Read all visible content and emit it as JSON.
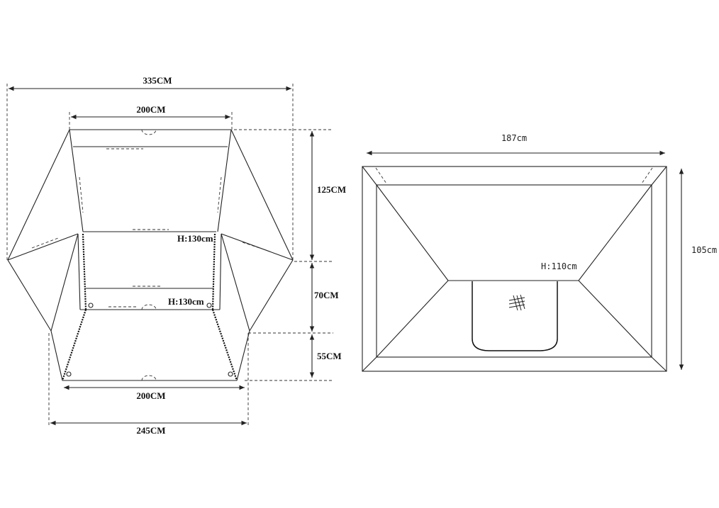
{
  "tent_open_view": {
    "total_width": "335CM",
    "top_width": "200CM",
    "bottom_inner_width": "200CM",
    "bottom_outer_width": "245CM",
    "depth_rear": "125CM",
    "depth_middle": "70CM",
    "depth_front": "55CM",
    "height_rear": "H:130cm",
    "height_front": "H:130cm"
  },
  "tent_top_view": {
    "width": "187cm",
    "depth": "105cm",
    "height": "H:110cm"
  },
  "colors": {
    "line": "#222222",
    "background": "#ffffff"
  }
}
